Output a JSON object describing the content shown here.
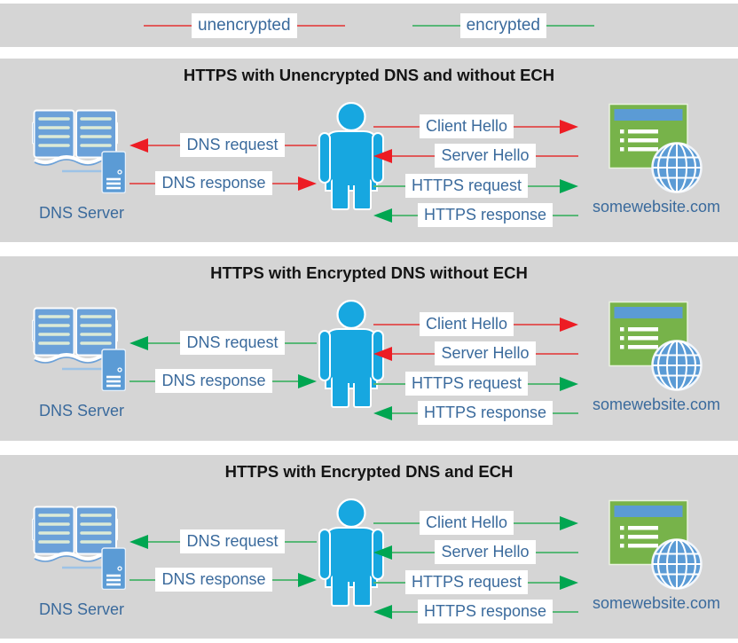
{
  "legend": {
    "unencrypted_label": "unencrypted",
    "encrypted_label": "encrypted"
  },
  "colors": {
    "unencrypted_line": "#e05a5a",
    "unencrypted_arrowhead": "#ed1c24",
    "encrypted_line": "#57b776",
    "encrypted_arrowhead": "#00a651",
    "label_text": "#3a6a9c",
    "panel_background": "#d5d5d5",
    "person_blue": "#17a7e0",
    "dns_icon_blue": "#6ba1d9",
    "server_blue": "#5b9bd5",
    "website_green": "#77b34a"
  },
  "panels": [
    {
      "title": "HTTPS with Unencrypted DNS and without ECH",
      "dns_server_label": "DNS Server",
      "website_label": "somewebsite.com",
      "dns_arrows": [
        {
          "label": "DNS request",
          "direction": "left",
          "encryption": "unencrypted"
        },
        {
          "label": "DNS response",
          "direction": "right",
          "encryption": "unencrypted"
        }
      ],
      "https_arrows": [
        {
          "label": "Client Hello",
          "direction": "right",
          "encryption": "unencrypted"
        },
        {
          "label": "Server Hello",
          "direction": "left",
          "encryption": "unencrypted"
        },
        {
          "label": "HTTPS request",
          "direction": "right",
          "encryption": "encrypted"
        },
        {
          "label": "HTTPS response",
          "direction": "left",
          "encryption": "encrypted"
        }
      ]
    },
    {
      "title": "HTTPS with Encrypted DNS without ECH",
      "dns_server_label": "DNS Server",
      "website_label": "somewebsite.com",
      "dns_arrows": [
        {
          "label": "DNS request",
          "direction": "left",
          "encryption": "encrypted"
        },
        {
          "label": "DNS response",
          "direction": "right",
          "encryption": "encrypted"
        }
      ],
      "https_arrows": [
        {
          "label": "Client Hello",
          "direction": "right",
          "encryption": "unencrypted"
        },
        {
          "label": "Server Hello",
          "direction": "left",
          "encryption": "unencrypted"
        },
        {
          "label": "HTTPS request",
          "direction": "right",
          "encryption": "encrypted"
        },
        {
          "label": "HTTPS response",
          "direction": "left",
          "encryption": "encrypted"
        }
      ]
    },
    {
      "title": "HTTPS with Encrypted DNS and ECH",
      "dns_server_label": "DNS Server",
      "website_label": "somewebsite.com",
      "dns_arrows": [
        {
          "label": "DNS request",
          "direction": "left",
          "encryption": "encrypted"
        },
        {
          "label": "DNS response",
          "direction": "right",
          "encryption": "encrypted"
        }
      ],
      "https_arrows": [
        {
          "label": "Client Hello",
          "direction": "right",
          "encryption": "encrypted"
        },
        {
          "label": "Server Hello",
          "direction": "left",
          "encryption": "encrypted"
        },
        {
          "label": "HTTPS request",
          "direction": "right",
          "encryption": "encrypted"
        },
        {
          "label": "HTTPS response",
          "direction": "left",
          "encryption": "encrypted"
        }
      ]
    }
  ]
}
